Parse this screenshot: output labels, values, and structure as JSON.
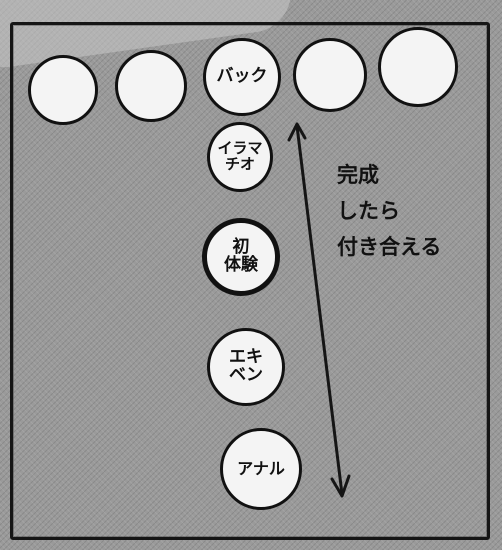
{
  "top_row": [
    {
      "label": ""
    },
    {
      "label": ""
    },
    {
      "label": "バック"
    },
    {
      "label": ""
    },
    {
      "label": ""
    }
  ],
  "column": [
    {
      "label": "イラマ\nチオ"
    },
    {
      "label": "初\n体験"
    },
    {
      "label": "エキ\nベン"
    },
    {
      "label": "アナル"
    }
  ],
  "note": {
    "line1": "完成",
    "line2": "したら",
    "line3": "付き合える"
  }
}
